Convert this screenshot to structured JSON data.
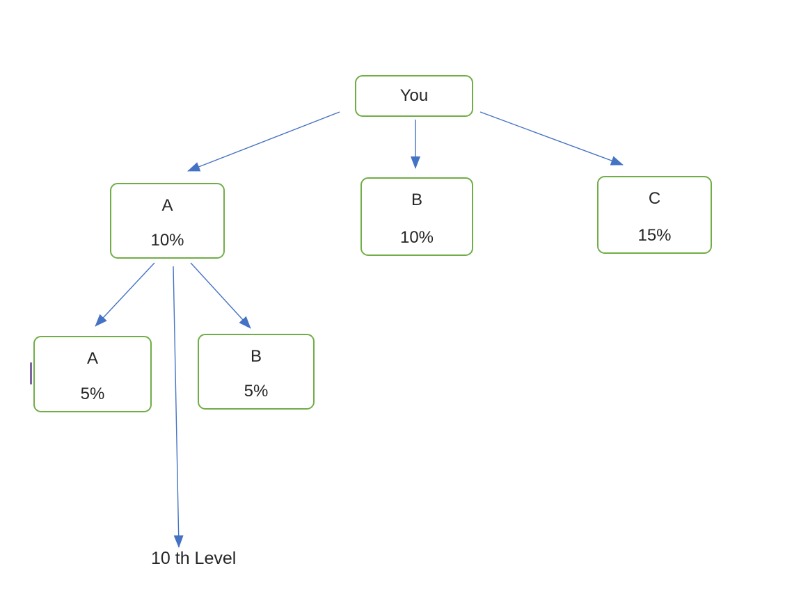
{
  "colors": {
    "node_border": "#70AD47",
    "arrow": "#4472C4",
    "text": "#262626",
    "background": "#FFFFFF",
    "stray_mark": "#8064A2"
  },
  "diagram": {
    "type": "tree",
    "root": {
      "label": "You"
    },
    "level1": [
      {
        "label": "A",
        "percent": "10%"
      },
      {
        "label": "B",
        "percent": "10%"
      },
      {
        "label": "C",
        "percent": "15%"
      }
    ],
    "level2": [
      {
        "label": "A",
        "percent": "5%"
      },
      {
        "label": "B",
        "percent": "5%"
      }
    ],
    "footnote": "10 th Level"
  }
}
